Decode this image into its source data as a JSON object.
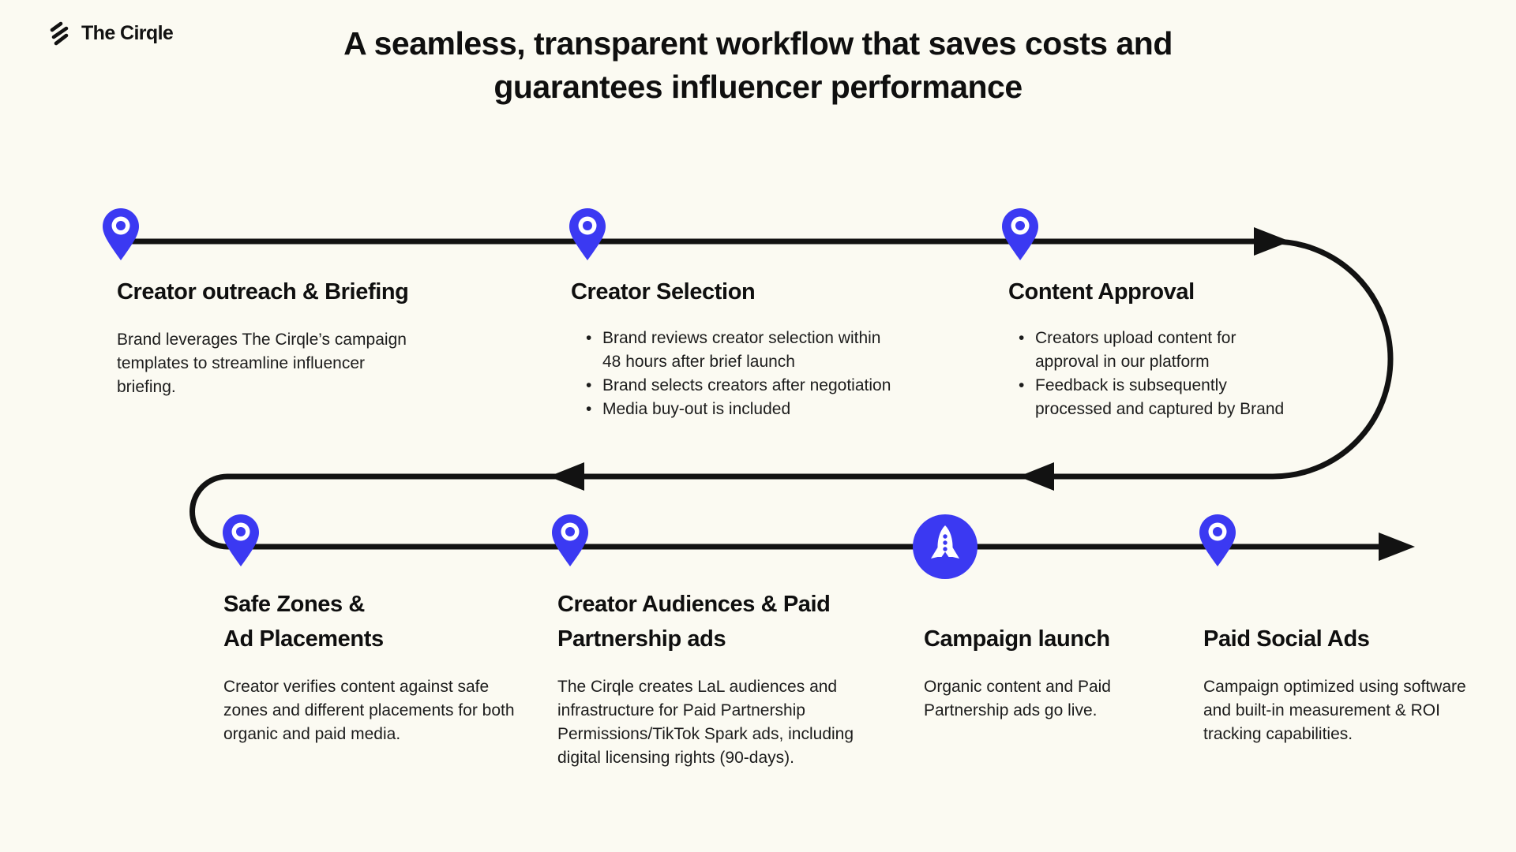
{
  "brand": {
    "name": "The Cirqle"
  },
  "header": {
    "title_lines": [
      "A seamless, transparent workflow that saves costs and",
      "guarantees influencer performance"
    ]
  },
  "colors": {
    "background": "#FBFAF2",
    "accent_blue": "#3B39F2",
    "line_black": "#121212"
  },
  "icons": {
    "logo": "three-diagonal-strokes",
    "step_marker": "location-pin-icon",
    "launch_marker": "rocket-icon"
  },
  "steps": [
    {
      "title": "Creator outreach & Briefing",
      "description": "Brand leverages The Cirqle’s campaign templates to streamline influencer briefing."
    },
    {
      "title": "Creator Selection",
      "bullets": [
        "Brand reviews creator selection within 48 hours after brief launch",
        "Brand selects creators after negotiation",
        "Media buy-out is included"
      ]
    },
    {
      "title": "Content Approval",
      "bullets": [
        "Creators upload content for approval in our platform",
        "Feedback is subsequently processed and captured by Brand"
      ]
    },
    {
      "title": "Safe Zones & Ad Placements",
      "description": "Creator verifies content against safe zones and different placements for both organic and paid media."
    },
    {
      "title": "Creator Audiences & Paid Partnership ads",
      "description": "The Cirqle creates LaL audiences and infrastructure for Paid Partnership Permissions/TikTok Spark ads, including digital licensing rights (90-days)."
    },
    {
      "title": "Campaign launch",
      "description": "Organic content and Paid Partnership ads go live."
    },
    {
      "title": "Paid Social Ads",
      "description": "Campaign optimized using software and built-in measurement & ROI tracking capabilities."
    }
  ]
}
